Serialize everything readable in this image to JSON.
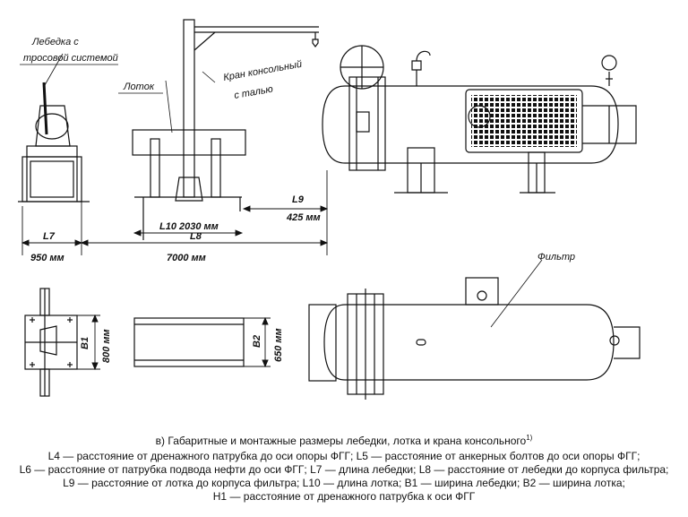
{
  "labels": {
    "winch_line1": "Лебедка с",
    "winch_line2": "тросовой системой",
    "tray": "Лоток",
    "crane_line1": "Кран консольный",
    "crane_line2": "с талью",
    "filter": "Фильтр"
  },
  "dimensions": {
    "L7": "L7",
    "L7_value": "950 мм",
    "L8": "L8",
    "L8_value": "7000 мм",
    "L9": "L9",
    "L9_value": "425 мм",
    "L10_value": "L10 2030 мм",
    "B1": "B1",
    "B1_value": "800 мм",
    "B2": "B2",
    "B2_value": "650 мм"
  },
  "caption": {
    "text": "в) Габаритные и монтажные размеры лебедки, лотка и крана консольного",
    "footnote": "1)"
  },
  "legend": [
    "L4 — расстояние от дренажного патрубка до оси опоры ФГГ; L5 — расстояние от анкерных болтов до оси опоры ФГГ;",
    "L6 — расстояние от патрубка подвода нефти до оси ФГГ; L7 — длина лебедки; L8 — расстояние от лебедки до корпуса фильтра;",
    "L9 — расстояние от лотка до корпуса фильтра; L10 — длина лотка; B1 — ширина лебедки; B2 — ширина лотка;",
    "H1 — расстояние от дренажного патрубка к оси ФГГ"
  ]
}
